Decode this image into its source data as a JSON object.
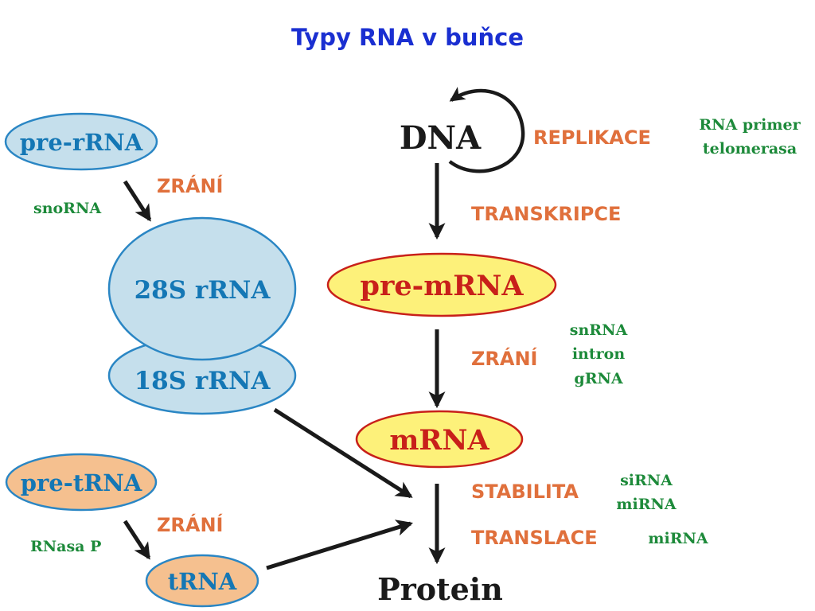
{
  "title": "Typy RNA v buňce",
  "nodes": {
    "pre_rrna": "pre-rRNA",
    "rrna_28s": "28S rRNA",
    "rrna_18s": "18S rRNA",
    "pre_trna": "pre-tRNA",
    "trna": "tRNA",
    "dna": "DNA",
    "pre_mrna": "pre-mRNA",
    "mrna": "mRNA",
    "protein": "Protein"
  },
  "processes": {
    "zrani_rrna": "ZRÁNÍ",
    "zrani_trna": "ZRÁNÍ",
    "replikace": "REPLIKACE",
    "transkripce": "TRANSKRIPCE",
    "zrani_mrna": "ZRÁNÍ",
    "stabilita": "STABILITA",
    "translace": "TRANSLACE"
  },
  "regulators": {
    "snorna": "snoRNA",
    "rnasa_p": "RNasa P",
    "rna_primer": "RNA primer",
    "telomerasa": "telomerasa",
    "snrna": "snRNA",
    "intron": "intron",
    "grna": "gRNA",
    "sirna": "siRNA",
    "mirna_stab": "miRNA",
    "mirna_transl": "miRNA"
  },
  "colors": {
    "title": "#1a2fd1",
    "blue_fill": "#c5dfec",
    "blue_stroke": "#2a86c4",
    "blue_text": "#1477b5",
    "orange_fill": "#f5c08f",
    "yellow_fill": "#fdf17a",
    "red_stroke": "#c8201a",
    "red_text": "#c8201a",
    "process": "#e0703c",
    "regulator": "#1d8a3a",
    "dark": "#1a1a1a"
  }
}
